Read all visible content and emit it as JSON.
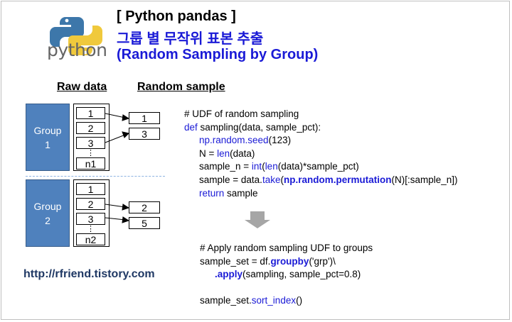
{
  "title": {
    "line1": "[ Python pandas ]",
    "line2": "그룹 별 무작위 표본 추출",
    "line3": "(Random Sampling by Group)"
  },
  "logo": {
    "word": "python",
    "icon": "python-logo-icon"
  },
  "headers": {
    "raw": "Raw data",
    "sample": "Random sample"
  },
  "groups": [
    {
      "label_line1": "Group",
      "label_line2": "1",
      "rows": [
        "1",
        "2",
        "3",
        "n1"
      ],
      "sample": [
        "1",
        "3"
      ]
    },
    {
      "label_line1": "Group",
      "label_line2": "2",
      "rows": [
        "1",
        "2",
        "3",
        "n2"
      ],
      "sample": [
        "2",
        "5"
      ]
    }
  ],
  "ellipsis": "⋮",
  "code1": {
    "comment": "# UDF of random sampling",
    "def_kw": "def",
    "def_rest": " sampling(data, sample_pct):",
    "seed_fn": "np.random.seed",
    "seed_arg": "(123)",
    "n_pre": "N = ",
    "n_fn": "len",
    "n_post": "(data)",
    "sn_pre": "sample_n = ",
    "sn_fn1": "int",
    "sn_mid": "(",
    "sn_fn2": "len",
    "sn_post": "(data)*sample_pct)",
    "s_pre": "sample = data.",
    "s_fn": "take",
    "s_mid": "(",
    "s_fn2": "np.random.permutation",
    "s_post": "(N)[:sample_n])",
    "ret_kw": "return",
    "ret_rest": " sample"
  },
  "code2": {
    "comment": "# Apply random sampling UDF to groups",
    "l1_pre": "sample_set = df.",
    "l1_fn": "groupby",
    "l1_post": "('grp')\\",
    "l2_fn": ".apply",
    "l2_post": "(sampling, sample_pct=0.8)",
    "l3_pre": "sample_set.",
    "l3_fn": "sort_index",
    "l3_post": "()"
  },
  "url": "http://rfriend.tistory.com",
  "colors": {
    "accent": "#1a1ad6",
    "group_fill": "#4f81bd",
    "arrow": "#a6a6a6"
  }
}
